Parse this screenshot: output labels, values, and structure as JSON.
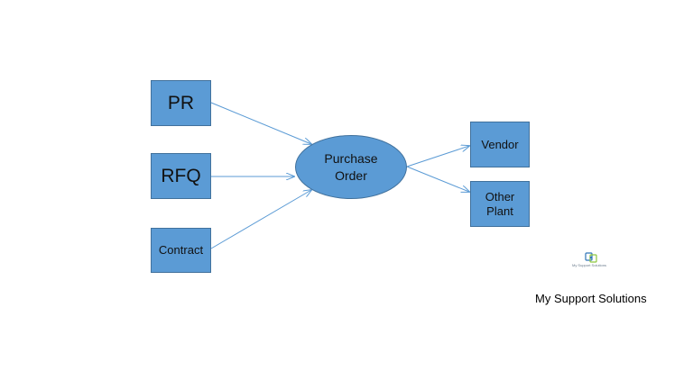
{
  "diagram": {
    "inputs": {
      "pr": "PR",
      "rfq": "RFQ",
      "contract": "Contract"
    },
    "center": "Purchase Order",
    "outputs": {
      "vendor": "Vendor",
      "other_plant": "Other Plant"
    }
  },
  "logo": {
    "text": "My Support Solutions"
  },
  "brand": "My Support Solutions",
  "colors": {
    "node_fill": "#5b9bd5",
    "node_border": "#41719c",
    "arrow": "#5b9bd5",
    "logo_green": "#8cc63f",
    "logo_blue": "#2e75b6"
  }
}
